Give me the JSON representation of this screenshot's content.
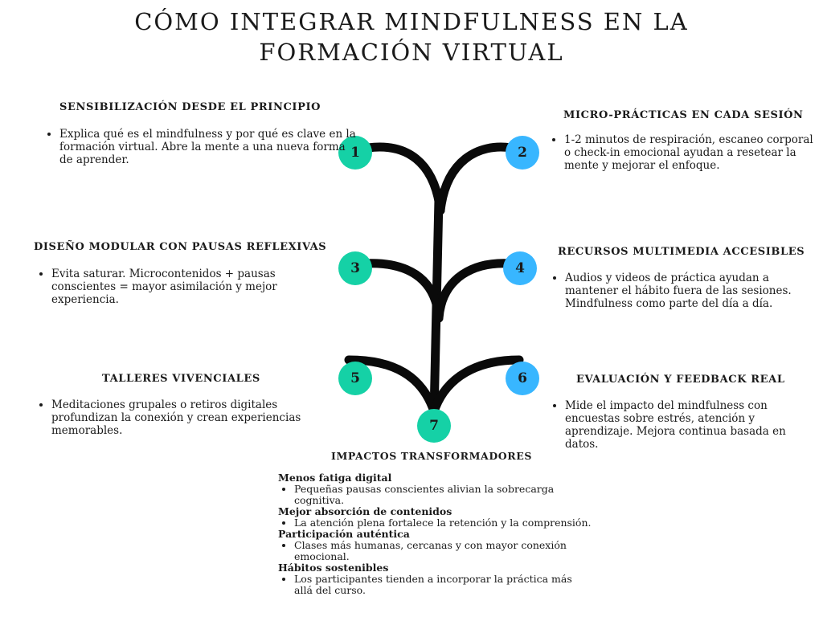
{
  "title": {
    "line1": "CÓMO INTEGRAR MINDFULNESS EN LA",
    "line2": "FORMACIÓN VIRTUAL"
  },
  "colors": {
    "green_node": "#15d1a6",
    "blue_node": "#38b6ff",
    "stroke": "#0a0a0a"
  },
  "nodes": [
    "1",
    "2",
    "3",
    "4",
    "5",
    "6",
    "7"
  ],
  "sections": [
    {
      "number": "1",
      "heading": "SENSIBILIZACIÓN DESDE EL PRINCIPIO",
      "text": "Explica qué es el mindfulness y por qué es clave en la formación virtual. Abre la mente a una nueva forma de aprender."
    },
    {
      "number": "2",
      "heading": "MICRO-PRÁCTICAS EN CADA SESIÓN",
      "text": " 1-2 minutos de respiración, escaneo corporal o check-in emocional ayudan a resetear la mente y mejorar el enfoque."
    },
    {
      "number": "3",
      "heading": "DISEÑO MODULAR CON PAUSAS REFLEXIVAS",
      "text": "Evita saturar. Microcontenidos + pausas conscientes = mayor asimilación y mejor experiencia."
    },
    {
      "number": "4",
      "heading": "RECURSOS MULTIMEDIA ACCESIBLES",
      "text": "Audios y videos de práctica ayudan a mantener el hábito fuera de las sesiones. Mindfulness como parte del día a día."
    },
    {
      "number": "5",
      "heading": "TALLERES VIVENCIALES",
      "text": "Meditaciones grupales o retiros digitales profundizan la conexión y crean experiencias memorables."
    },
    {
      "number": "6",
      "heading": "EVALUACIÓN Y FEEDBACK REAL",
      "text": "Mide el impacto del mindfulness con encuestas sobre estrés, atención y aprendizaje. Mejora continua basada en datos."
    }
  ],
  "impacts": {
    "number": "7",
    "heading": "IMPACTOS TRANSFORMADORES",
    "items": [
      {
        "title": "Menos fatiga digital",
        "text": "Pequeñas pausas conscientes alivian la sobrecarga cognitiva."
      },
      {
        "title": "Mejor absorción de contenidos",
        "text": "La atención plena fortalece la retención y la comprensión."
      },
      {
        "title": "Participación auténtica",
        "text": "Clases más humanas, cercanas y con mayor conexión emocional."
      },
      {
        "title": "Hábitos sostenibles",
        "text": "Los participantes tienden a incorporar la práctica más allá del curso."
      }
    ]
  }
}
